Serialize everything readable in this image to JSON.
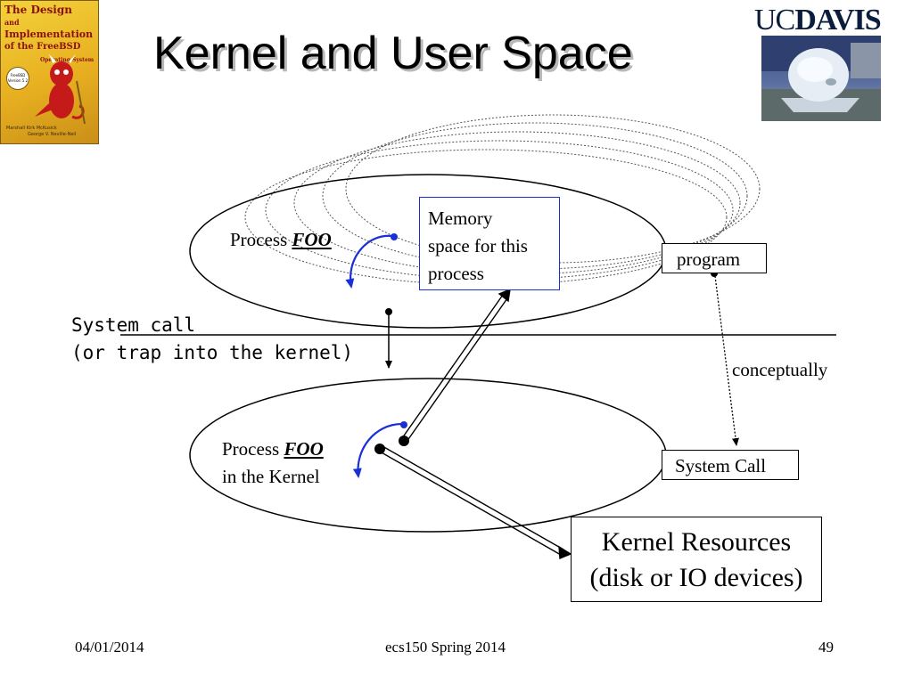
{
  "slide": {
    "title": "Kernel and User Space",
    "book_cover": {
      "title_lines": [
        "The Design",
        "and",
        "Implementation",
        "of the FreeBSD",
        "Operating System"
      ],
      "badge": "FreeBSD Version 5.2",
      "authors": [
        "Marshall Kirk McKusick",
        "George V. Neville-Neil"
      ]
    },
    "logo": {
      "uc": "UC",
      "davis": "DAVIS"
    },
    "diagram": {
      "user_process_label": "Process",
      "user_process_name": "FOO",
      "memory_box_lines": [
        "Memory",
        "space for this",
        "process"
      ],
      "program_label": "program",
      "system_call_lines": [
        "System call",
        "(or trap into the kernel)"
      ],
      "conceptually_label": "conceptually",
      "kernel_process_label": "Process",
      "kernel_process_name": "FOO",
      "kernel_process_suffix": "in the Kernel",
      "system_call_box": "System Call",
      "kernel_resources_lines": [
        "Kernel Resources",
        "(disk or IO devices)"
      ]
    },
    "footer": {
      "date": "04/01/2014",
      "course": "ecs150 Spring 2014",
      "page": "49"
    },
    "colors": {
      "arrow_blue": "#1a2fd6",
      "memory_box_border": "#1a2fd6",
      "title_shadow": "#b8b8b8"
    }
  }
}
